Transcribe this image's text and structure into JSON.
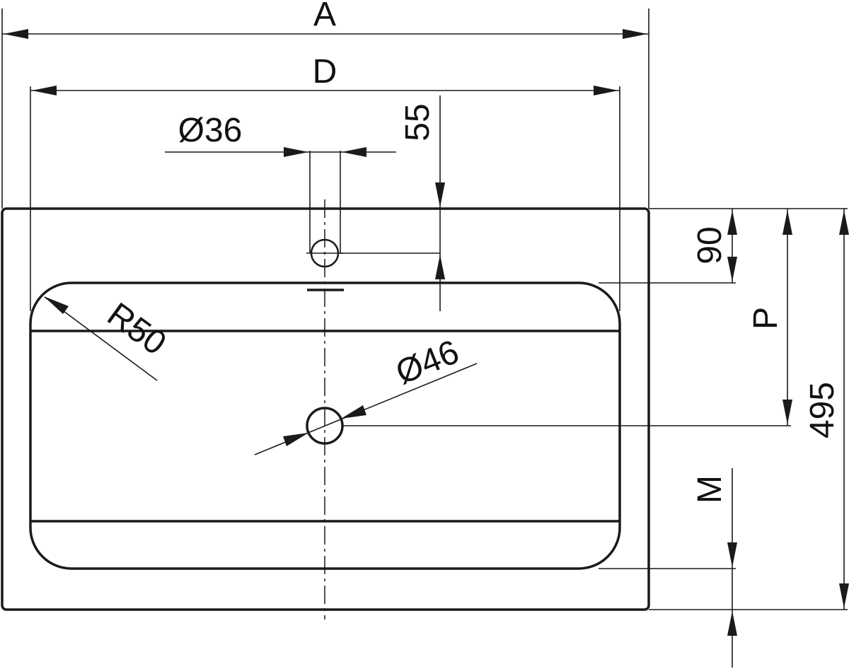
{
  "labels": {
    "overall_width": "A",
    "basin_width": "D",
    "tap_hole_diameter": "Ø36",
    "tap_hole_offset": "55",
    "rim_to_basin": "90",
    "corner_radius": "R50",
    "drain_diameter": "Ø46",
    "drain_position": "P",
    "overall_depth": "495",
    "drain_to_front": "M"
  }
}
